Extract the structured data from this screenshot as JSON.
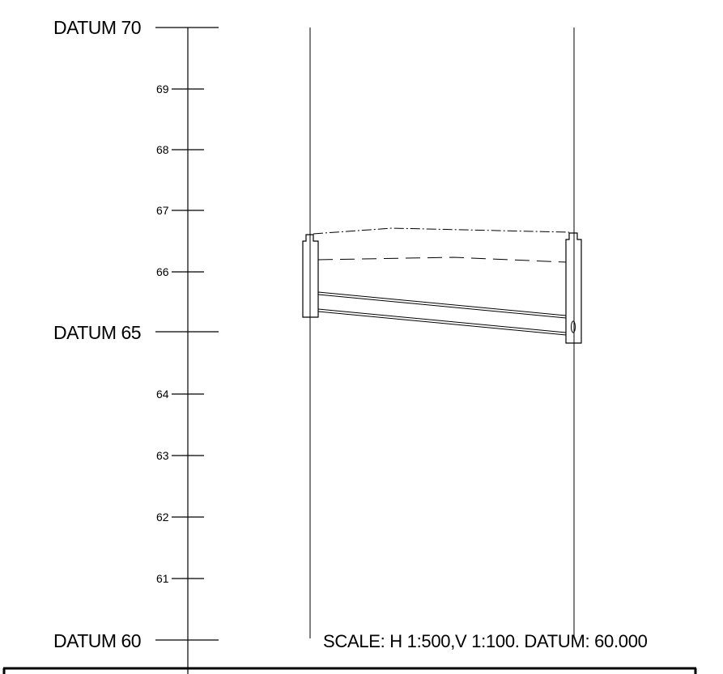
{
  "axis": {
    "datums": [
      {
        "value": 70,
        "label": "DATUM 70"
      },
      {
        "value": 65,
        "label": "DATUM 65"
      },
      {
        "value": 60,
        "label": "DATUM 60"
      }
    ],
    "ticks": [
      {
        "value": 69,
        "label": "69"
      },
      {
        "value": 68,
        "label": "68"
      },
      {
        "value": 67,
        "label": "67"
      },
      {
        "value": 66,
        "label": "66"
      },
      {
        "value": 64,
        "label": "64"
      },
      {
        "value": 63,
        "label": "63"
      },
      {
        "value": 62,
        "label": "62"
      },
      {
        "value": 61,
        "label": "61"
      }
    ]
  },
  "scale_note": "SCALE: H 1:500,V 1:100. DATUM: 60.000"
}
